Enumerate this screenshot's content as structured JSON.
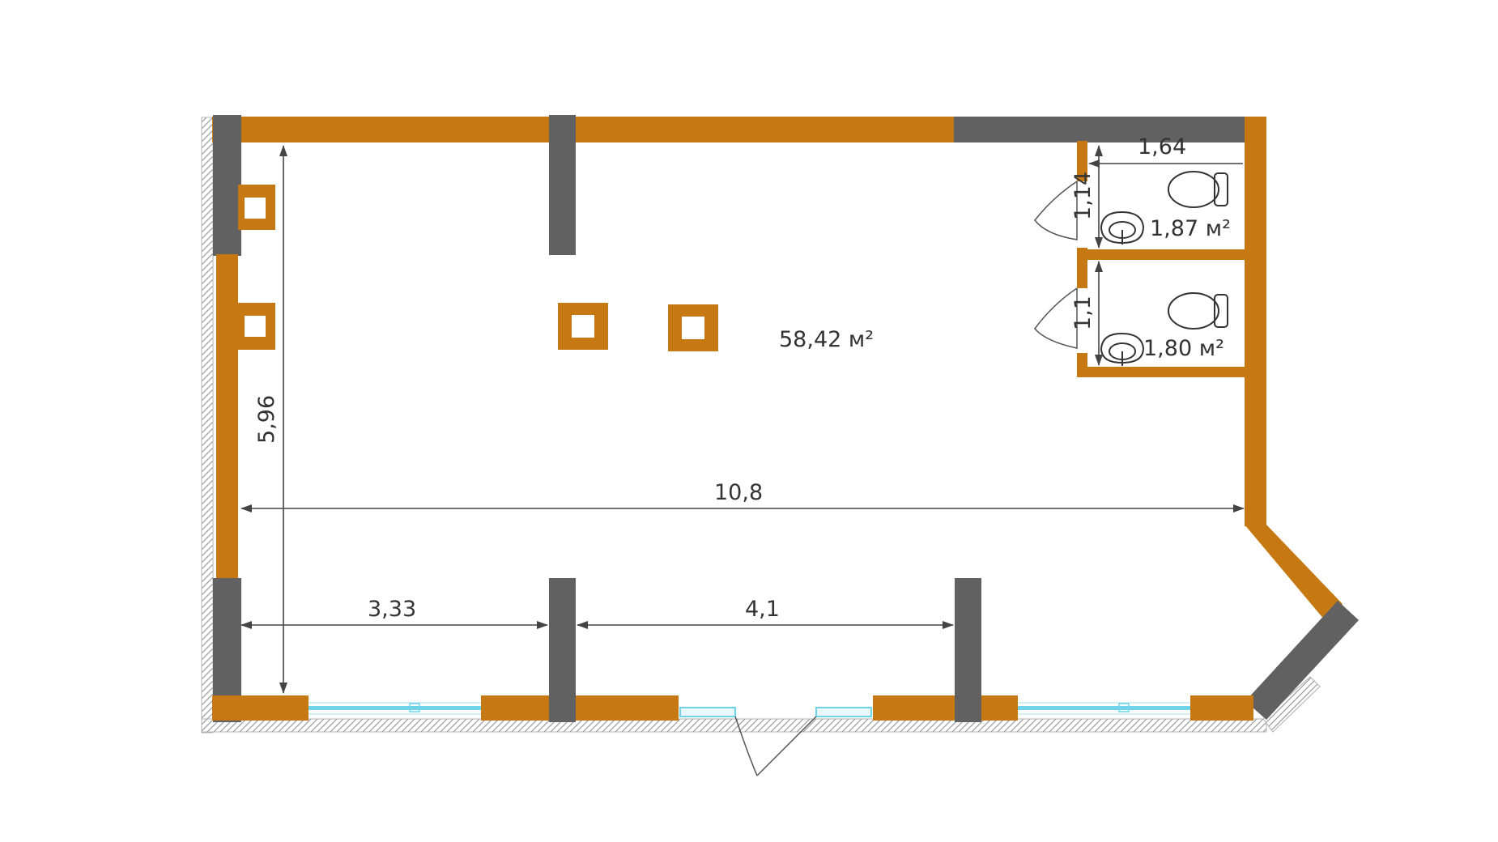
{
  "colors": {
    "wall_primary": "#c67912",
    "wall_secondary": "#616161",
    "window_glass": "#6fd4ea",
    "dimension_line": "#444444",
    "hatch": "#9a9a9a",
    "background": "#ffffff"
  },
  "labels": {
    "main_area": "58,42 м²",
    "wc1_area": "1,87 м²",
    "wc2_area": "1,80 м²",
    "dim_height_main": "5,96",
    "dim_width_total": "10,8",
    "dim_left_segment": "3,33",
    "dim_mid_segment": "4,1",
    "dim_wc_width": "1,64",
    "dim_wc1_depth": "1,14",
    "dim_wc2_depth": "1,1"
  },
  "icons": [
    "toilet-icon",
    "sink-icon",
    "door-swing-icon",
    "column-icon",
    "window-icon"
  ]
}
